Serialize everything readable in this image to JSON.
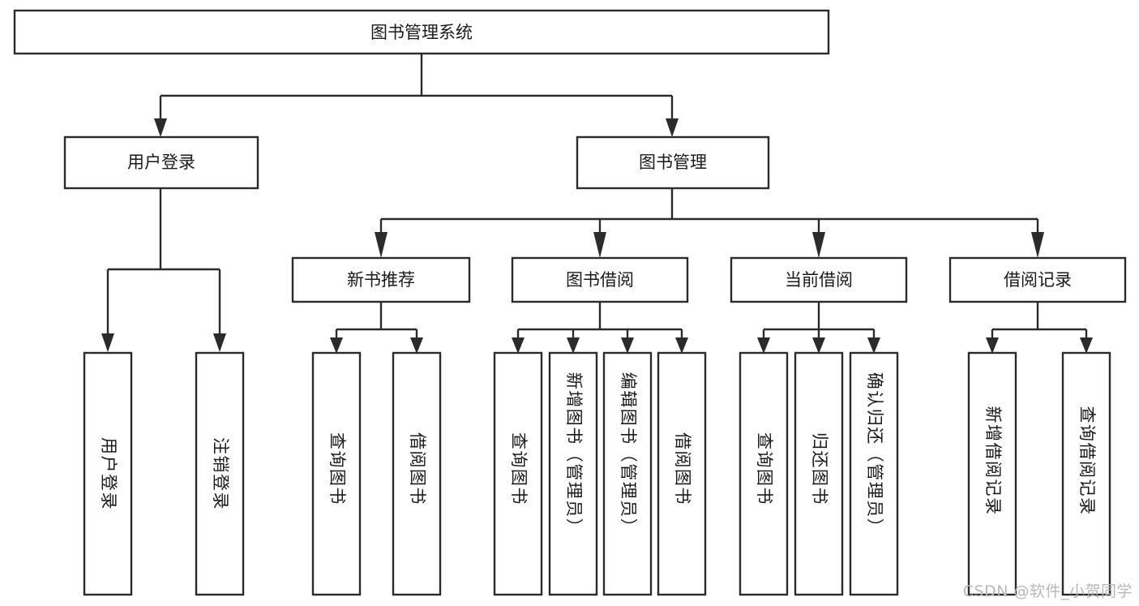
{
  "diagram": {
    "type": "tree",
    "title": "图书管理系统",
    "root": {
      "id": "root",
      "label": "图书管理系统",
      "orientation": "horizontal"
    },
    "level1": [
      {
        "id": "user-login",
        "label": "用户登录",
        "orientation": "horizontal"
      },
      {
        "id": "book-manage",
        "label": "图书管理",
        "orientation": "horizontal"
      }
    ],
    "level2": [
      {
        "id": "new-book-recommend",
        "label": "新书推荐",
        "orientation": "horizontal",
        "parent": "book-manage"
      },
      {
        "id": "book-borrow",
        "label": "图书借阅",
        "orientation": "horizontal",
        "parent": "book-manage"
      },
      {
        "id": "current-borrow",
        "label": "当前借阅",
        "orientation": "horizontal",
        "parent": "book-manage"
      },
      {
        "id": "borrow-record",
        "label": "借阅记录",
        "orientation": "horizontal",
        "parent": "book-manage"
      }
    ],
    "leaves": [
      {
        "id": "leaf-user-login",
        "label": "用户登录",
        "orientation": "vertical",
        "parent": "user-login"
      },
      {
        "id": "leaf-user-logout",
        "label": "注销登录",
        "orientation": "vertical",
        "parent": "user-login"
      },
      {
        "id": "leaf-query-book-1",
        "label": "查询图书",
        "orientation": "vertical",
        "parent": "new-book-recommend"
      },
      {
        "id": "leaf-borrow-book-1",
        "label": "借阅图书",
        "orientation": "vertical",
        "parent": "new-book-recommend"
      },
      {
        "id": "leaf-query-book-2",
        "label": "查询图书",
        "orientation": "vertical",
        "parent": "book-borrow"
      },
      {
        "id": "leaf-add-book",
        "label": "新增图书（管理员）",
        "orientation": "vertical",
        "parent": "book-borrow"
      },
      {
        "id": "leaf-edit-book",
        "label": "编辑图书（管理员）",
        "orientation": "vertical",
        "parent": "book-borrow"
      },
      {
        "id": "leaf-borrow-book-2",
        "label": "借阅图书",
        "orientation": "vertical",
        "parent": "book-borrow"
      },
      {
        "id": "leaf-query-book-3",
        "label": "查询图书",
        "orientation": "vertical",
        "parent": "current-borrow"
      },
      {
        "id": "leaf-return-book",
        "label": "归还图书",
        "orientation": "vertical",
        "parent": "current-borrow"
      },
      {
        "id": "leaf-confirm-return",
        "label": "确认归还（管理员）",
        "orientation": "vertical",
        "parent": "current-borrow"
      },
      {
        "id": "leaf-add-record",
        "label": "新增借阅记录",
        "orientation": "vertical",
        "parent": "borrow-record"
      },
      {
        "id": "leaf-query-record",
        "label": "查询借阅记录",
        "orientation": "vertical",
        "parent": "borrow-record"
      }
    ],
    "colors": {
      "box_stroke": "#2b2b2b",
      "box_fill": "#ffffff",
      "connector": "#2b2b2b",
      "text": "#1a1a1a",
      "background": "#ffffff",
      "watermark": "#b8b8b8"
    }
  },
  "watermark": {
    "text": "CSDN @软件_小贺同学"
  }
}
